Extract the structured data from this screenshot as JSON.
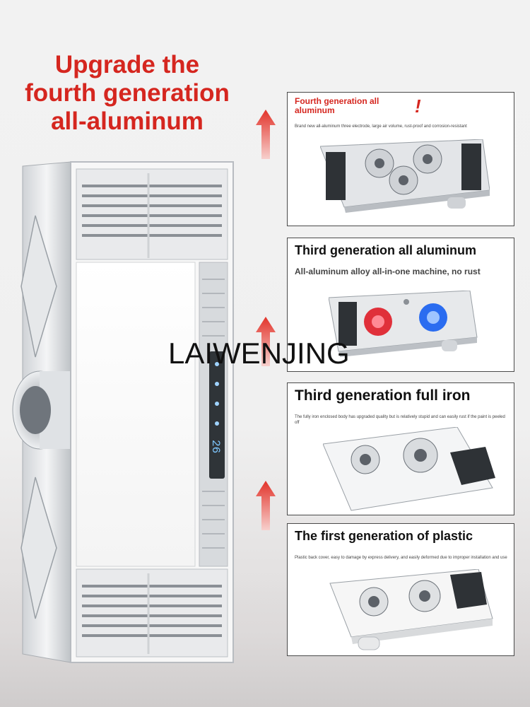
{
  "headline": {
    "line1": "Upgrade the",
    "line2": "fourth generation",
    "line3": "all-aluminum"
  },
  "cards": [
    {
      "title": "Fourth generation all aluminum",
      "mark": "!",
      "subtitle": "Brand new all-aluminum three electrode, large air volume, rust-proof and corrosion-resistant"
    },
    {
      "title": "Third generation all aluminum",
      "subtitle": "All-aluminum alloy all-in-one machine, no rust"
    },
    {
      "title": "Third generation full iron",
      "subtitle": "The fully iron enclosed body has upgraded quality but is relatively stupid and can easily rust if the paint is peeled off"
    },
    {
      "title": "The first generation of plastic",
      "subtitle": "Plastic back cover, easy to damage by express delivery, and easily deformed due to improper installation and use"
    }
  ],
  "control_panel": {
    "display": "26"
  },
  "watermark": "LAIWENJING",
  "colors": {
    "accent_red": "#d5261f",
    "card_border": "#4a4a4a",
    "fan_red": "#e0303a",
    "fan_blue": "#2a6cf0"
  }
}
